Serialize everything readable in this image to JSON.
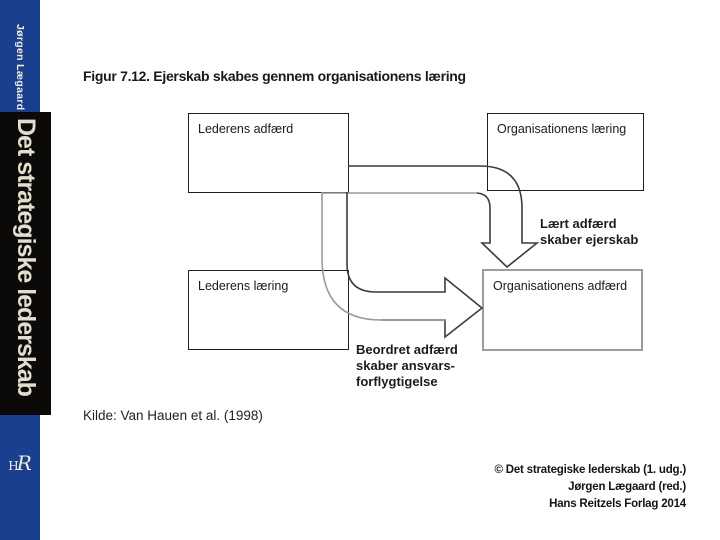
{
  "spine": {
    "author": "Jørgen Lægaard",
    "book_title": "Det strategiske lederskab",
    "logo": {
      "h": "H",
      "r": "R"
    }
  },
  "figure": {
    "title": "Figur 7.12. Ejerskab skabes gennem organisationens læring",
    "boxes": [
      {
        "id": "lederens-adfaerd",
        "label": "Lederens adfærd"
      },
      {
        "id": "organisationens-laering",
        "label": "Organisationens læring"
      },
      {
        "id": "lederens-laering",
        "label": "Lederens læring"
      },
      {
        "id": "organisationens-adfaerd",
        "label": "Organisationens adfærd"
      }
    ],
    "arrow_labels": [
      {
        "id": "laert-adfaerd",
        "lines": [
          "Lært adfærd",
          "skaber ejerskab"
        ]
      },
      {
        "id": "beordret-adfaerd",
        "lines": [
          "Beordret adfærd",
          "skaber ansvars-",
          "forflygtigelse"
        ]
      }
    ],
    "source": "Kilde: Van Hauen et al. (1998)"
  },
  "credits": {
    "lines": [
      "© Det strategiske lederskab (1. udg.)",
      "Jørgen Lægaard (red.)",
      "Hans Reitzels Forlag 2014"
    ]
  },
  "colors": {
    "spine_blue": "#1a3f8f",
    "spine_black": "#0c0a09",
    "spine_text_cream": "#e4dfcd",
    "box_border_dark": "#1f1f1f",
    "box_border_gray": "#9c9c9c",
    "arrow_stroke_dark": "#3c3c3c",
    "arrow_stroke_gray": "#9a9a9a"
  }
}
